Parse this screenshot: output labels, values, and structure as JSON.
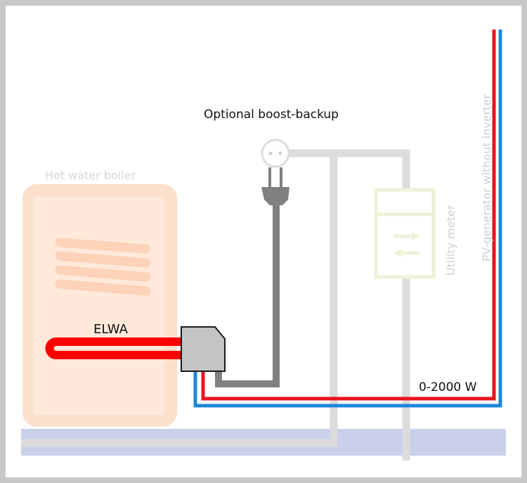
{
  "labels": {
    "optional_boost_backup": "Optional boost-backup",
    "hot_water_boiler": "Hot water boiler",
    "elwa": "ELWA",
    "utility_meter": "Utility meter",
    "pv_generator": "PV-generator without inverter",
    "power_range": "0-2000 W"
  },
  "colors": {
    "frame": "#c8c8c8",
    "boiler": "#fde0cc",
    "heating_element": "#ff0000",
    "dc_positive_wire": "#e8141e",
    "dc_negative_wire": "#1e88d8",
    "mains_wire": "#dcdcdc",
    "meter": "#ecf2d8",
    "ground": "#c8d0ea",
    "elwa_box": "#c4c4c4",
    "plug": "#808080"
  }
}
